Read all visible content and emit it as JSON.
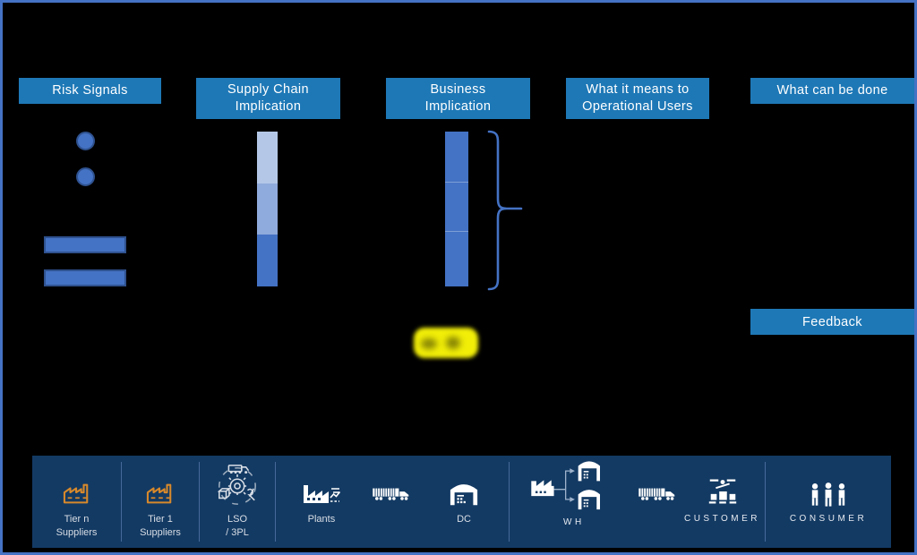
{
  "slide": {
    "columns": [
      {
        "label": "Risk Signals"
      },
      {
        "label": "Supply Chain\nImplication"
      },
      {
        "label": "Business\nImplication"
      },
      {
        "label": "What it means to\nOperational Users"
      },
      {
        "label": "What can be done"
      }
    ],
    "feedback_label": "Feedback"
  },
  "colors": {
    "slide_border": "#4472c4",
    "background": "#000000",
    "column_header_bg": "#1e78b6",
    "header_text": "#ffffff",
    "shape_fill": "#4472c4",
    "shape_stroke": "#2f528f",
    "highlight_yellow": "#f2ee08",
    "footer_bg": "#133a63",
    "footer_divider": "#46699a",
    "supplier_icon_orange": "#d8892b",
    "footer_icon_white": "#ffffff",
    "footer_text": "#d9dee6"
  },
  "diagram": {
    "risk_signal_dots": 2,
    "risk_signal_bars": 2,
    "supply_chain_bar_segments": [
      "#b4c7e7",
      "#8faadc",
      "#4472c4"
    ],
    "business_bar_segments": [
      "#4472c4",
      "#4472c4",
      "#4472c4"
    ]
  },
  "footer": {
    "items": [
      {
        "icon": "factory-icon",
        "label": "Tier n\nSuppliers"
      },
      {
        "icon": "factory-icon",
        "label": "Tier 1\nSuppliers"
      },
      {
        "icon": "logistics-gears-icon",
        "label": "LSO\n/ 3PL"
      },
      {
        "icon": "plant-icon",
        "label": "Plants"
      },
      {
        "icon": "truck-icon",
        "label": ""
      },
      {
        "icon": "warehouse-dc-icon",
        "label": "DC"
      },
      {
        "icon": "warehouse-network-icon",
        "label": "WH"
      },
      {
        "icon": "truck-icon",
        "label": ""
      },
      {
        "icon": "customer-icon",
        "label": "CUSTOMER"
      },
      {
        "icon": "consumer-people-icon",
        "label": "CONSUMER"
      }
    ]
  }
}
